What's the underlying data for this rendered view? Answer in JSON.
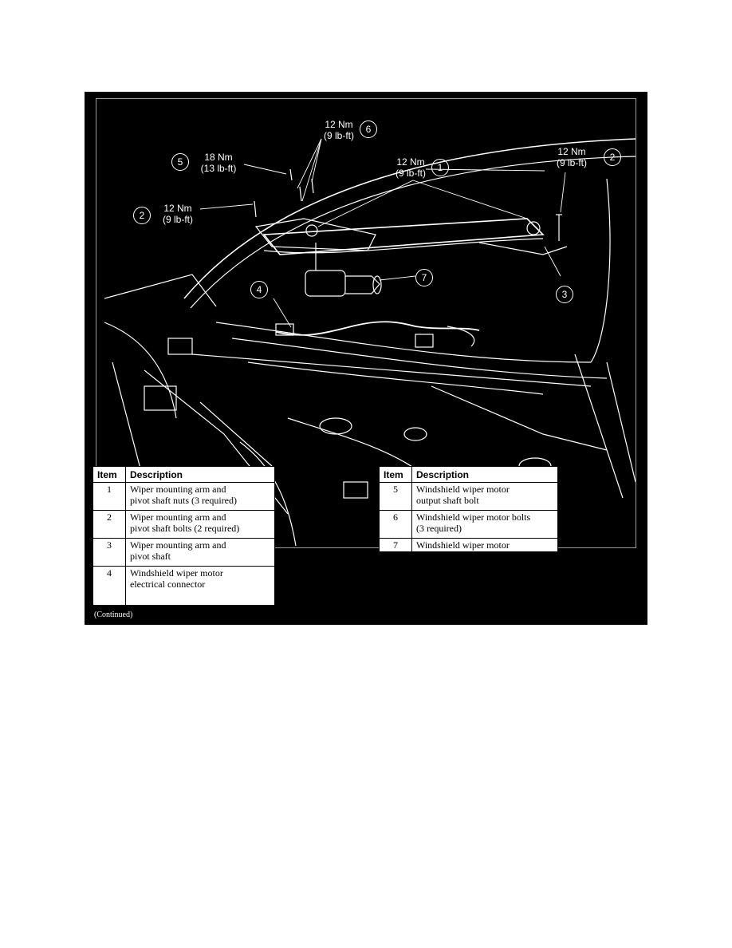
{
  "figure": {
    "id": "N0027200",
    "continued": "(Continued)",
    "callouts": {
      "c6": {
        "num": "6",
        "line1": "12 Nm",
        "line2": "(9 lb-ft)"
      },
      "c5": {
        "num": "5",
        "line1": "18 Nm",
        "line2": "(13 lb-ft)"
      },
      "c1": {
        "num": "1",
        "line1": "12 Nm",
        "line2": "(9 lb-ft)"
      },
      "c2a": {
        "num": "2",
        "line1": "12 Nm",
        "line2": "(9 lb-ft)"
      },
      "c2b": {
        "num": "2",
        "line1": "12 Nm",
        "line2": "(9 lb-ft)"
      },
      "c7": {
        "num": "7"
      },
      "c4": {
        "num": "4"
      },
      "c3": {
        "num": "3"
      }
    }
  },
  "legend": {
    "headers": {
      "item": "Item",
      "description": "Description"
    },
    "left": [
      {
        "item": "1",
        "line1": "Wiper mounting arm and",
        "line2": "pivot shaft nuts (3 required)"
      },
      {
        "item": "2",
        "line1": "Wiper mounting arm and",
        "line2": "pivot shaft bolts (2 required)"
      },
      {
        "item": "3",
        "line1": "Wiper mounting arm and",
        "line2": "pivot shaft"
      },
      {
        "item": "4",
        "line1": "Windshield wiper motor",
        "line2": "electrical connector"
      }
    ],
    "right": [
      {
        "item": "5",
        "line1": "Windshield wiper motor",
        "line2": "output shaft bolt"
      },
      {
        "item": "6",
        "line1": "Windshield wiper motor bolts",
        "line2": "(3 required)"
      },
      {
        "item": "7",
        "line1": "Windshield wiper motor",
        "line2": ""
      }
    ]
  }
}
